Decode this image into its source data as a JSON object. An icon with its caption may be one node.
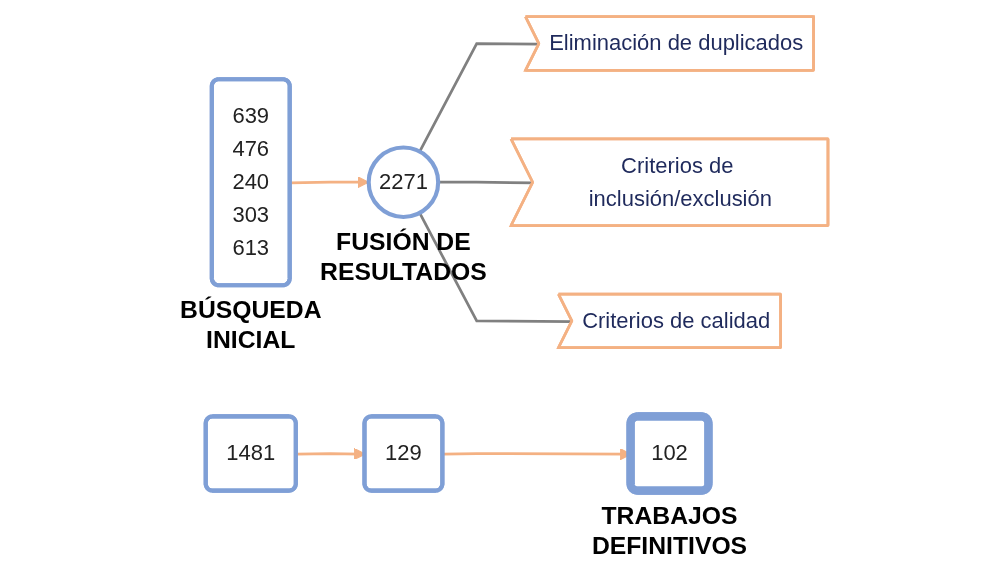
{
  "diagram": {
    "nodes": [
      {
        "text": [
          "639",
          "476",
          "240",
          "303",
          "613"
        ],
        "beside": [
          "BÚSQUEDA INICIAL"
        ]
      },
      {
        "text": [
          "2271"
        ],
        "beside": [
          "FUSIÓN DE RESULTADOS"
        ]
      },
      {
        "text": [
          "Eliminación de duplicados"
        ]
      },
      {
        "text": [
          "1481"
        ]
      },
      {
        "text": [
          "Criterios de inclusión/exclusión"
        ]
      },
      {
        "text": [
          "129"
        ]
      },
      {
        "text": [
          "Criterios de calidad"
        ]
      },
      {
        "text": [
          "102"
        ],
        "beside": [
          "TRABAJOS DEFINITIVOS"
        ]
      }
    ],
    "edges": [
      {
        "from": 0,
        "to": 1,
        "arrow": "to"
      },
      {
        "from": 1,
        "to": 2,
        "arrow": "none",
        "color": "#808080"
      },
      {
        "from": 1,
        "to": 4,
        "arrow": "none",
        "color": "#808080"
      },
      {
        "from": 1,
        "to": 6,
        "arrow": "none",
        "color": "#808080"
      },
      {
        "from": 3,
        "to": 5,
        "arrow": "to"
      },
      {
        "from": 5,
        "to": 7,
        "arrow": "to"
      }
    ]
  }
}
